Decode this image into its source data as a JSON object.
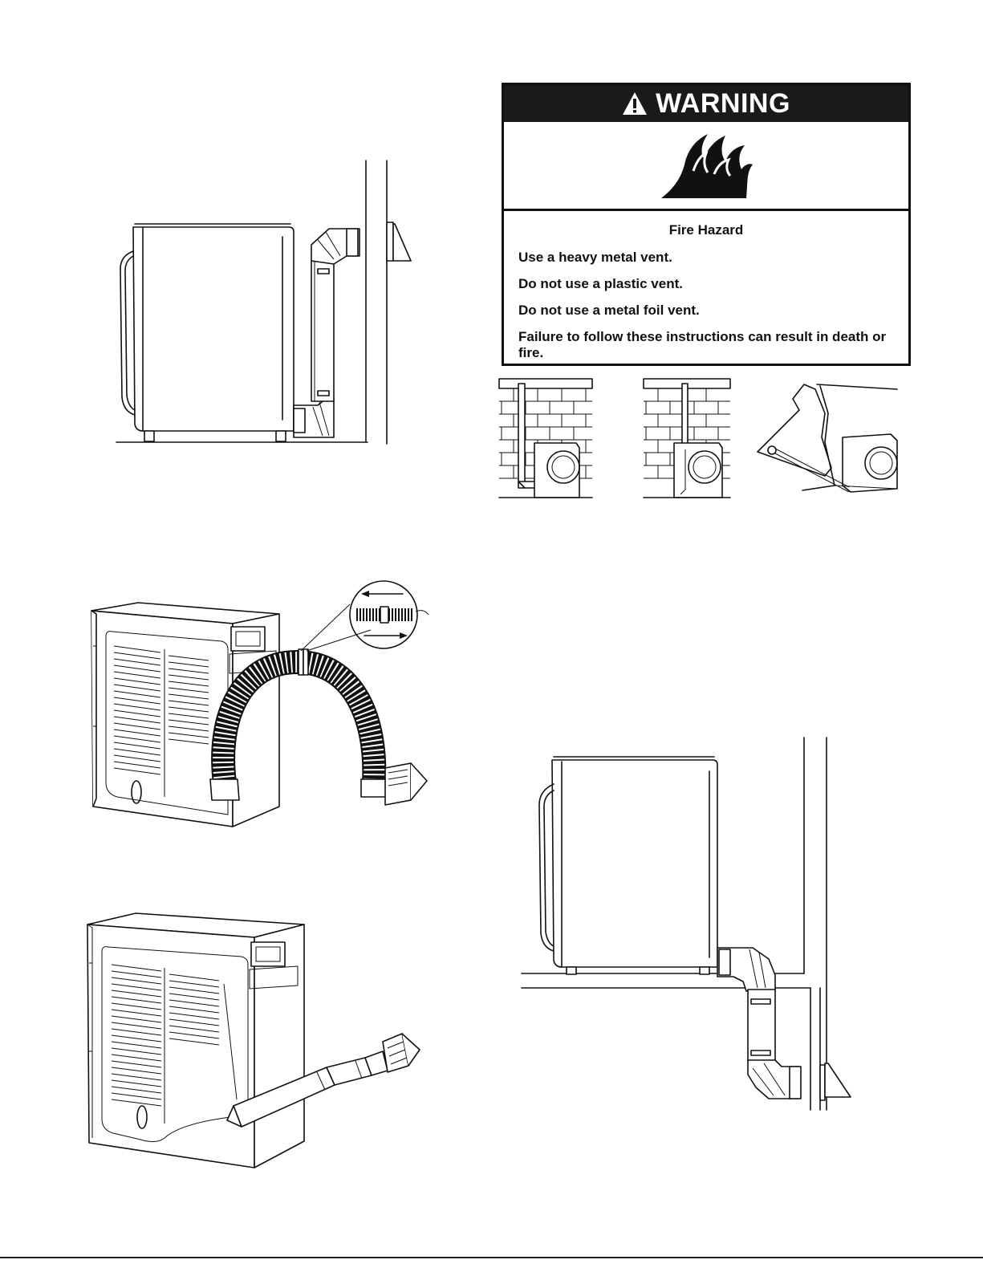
{
  "warning": {
    "title": "WARNING",
    "hazard": "Fire Hazard",
    "lines": [
      "Use a heavy metal vent.",
      "Do not use a plastic vent.",
      "Do not use a metal foil vent.",
      "Failure to follow these instructions can result in death or fire."
    ],
    "icons": [
      "alert-triangle-icon",
      "flame-icon"
    ]
  },
  "colors": {
    "ink": "#111111",
    "paper": "#ffffff",
    "banner": "#1a1a1a"
  }
}
